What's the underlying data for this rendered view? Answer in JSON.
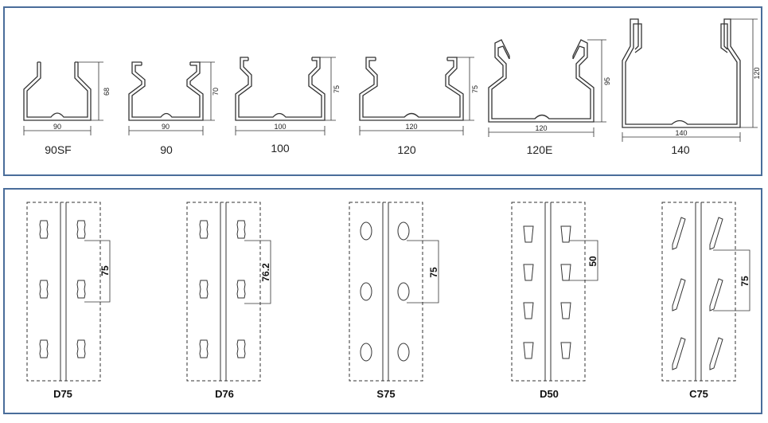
{
  "profiles": [
    {
      "name": "90SF",
      "width": "90",
      "height": "68"
    },
    {
      "name": "90",
      "width": "90",
      "height": "70"
    },
    {
      "name": "100",
      "width": "100",
      "height": "75"
    },
    {
      "name": "120",
      "width": "120",
      "height": "75"
    },
    {
      "name": "120E",
      "width": "120",
      "height": "95"
    },
    {
      "name": "140",
      "width": "140",
      "height": "120"
    }
  ],
  "hole_patterns": [
    {
      "name": "D75",
      "pitch": "75",
      "hole_shape": "rounded-rect"
    },
    {
      "name": "D76",
      "pitch": "76.2",
      "hole_shape": "rounded-rect"
    },
    {
      "name": "S75",
      "pitch": "75",
      "hole_shape": "oval"
    },
    {
      "name": "D50",
      "pitch": "50",
      "hole_shape": "tapered-slot"
    },
    {
      "name": "C75",
      "pitch": "75",
      "hole_shape": "diagonal-slot"
    }
  ],
  "colors": {
    "panel_border": "#4a6d9a",
    "line": "#333333"
  }
}
